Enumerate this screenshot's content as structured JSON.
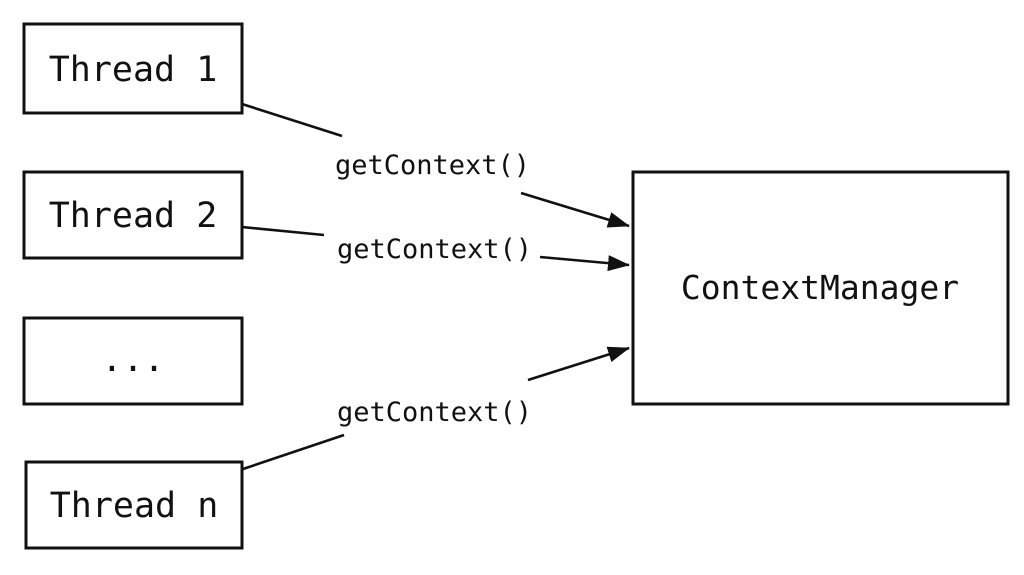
{
  "diagram": {
    "background_color": "#ffffff",
    "stroke_color": "#111111",
    "boxes": [
      {
        "id": "thread-1",
        "label": "Thread 1"
      },
      {
        "id": "thread-2",
        "label": "Thread 2"
      },
      {
        "id": "thread-ellipsis",
        "label": "..."
      },
      {
        "id": "thread-n",
        "label": "Thread n"
      },
      {
        "id": "context-manager",
        "label": "ContextManager"
      }
    ],
    "edges": [
      {
        "from": "thread-1",
        "to": "context-manager",
        "label": "getContext()"
      },
      {
        "from": "thread-2",
        "to": "context-manager",
        "label": "getContext()"
      },
      {
        "from": "thread-n",
        "to": "context-manager",
        "label": "getContext()"
      }
    ]
  }
}
